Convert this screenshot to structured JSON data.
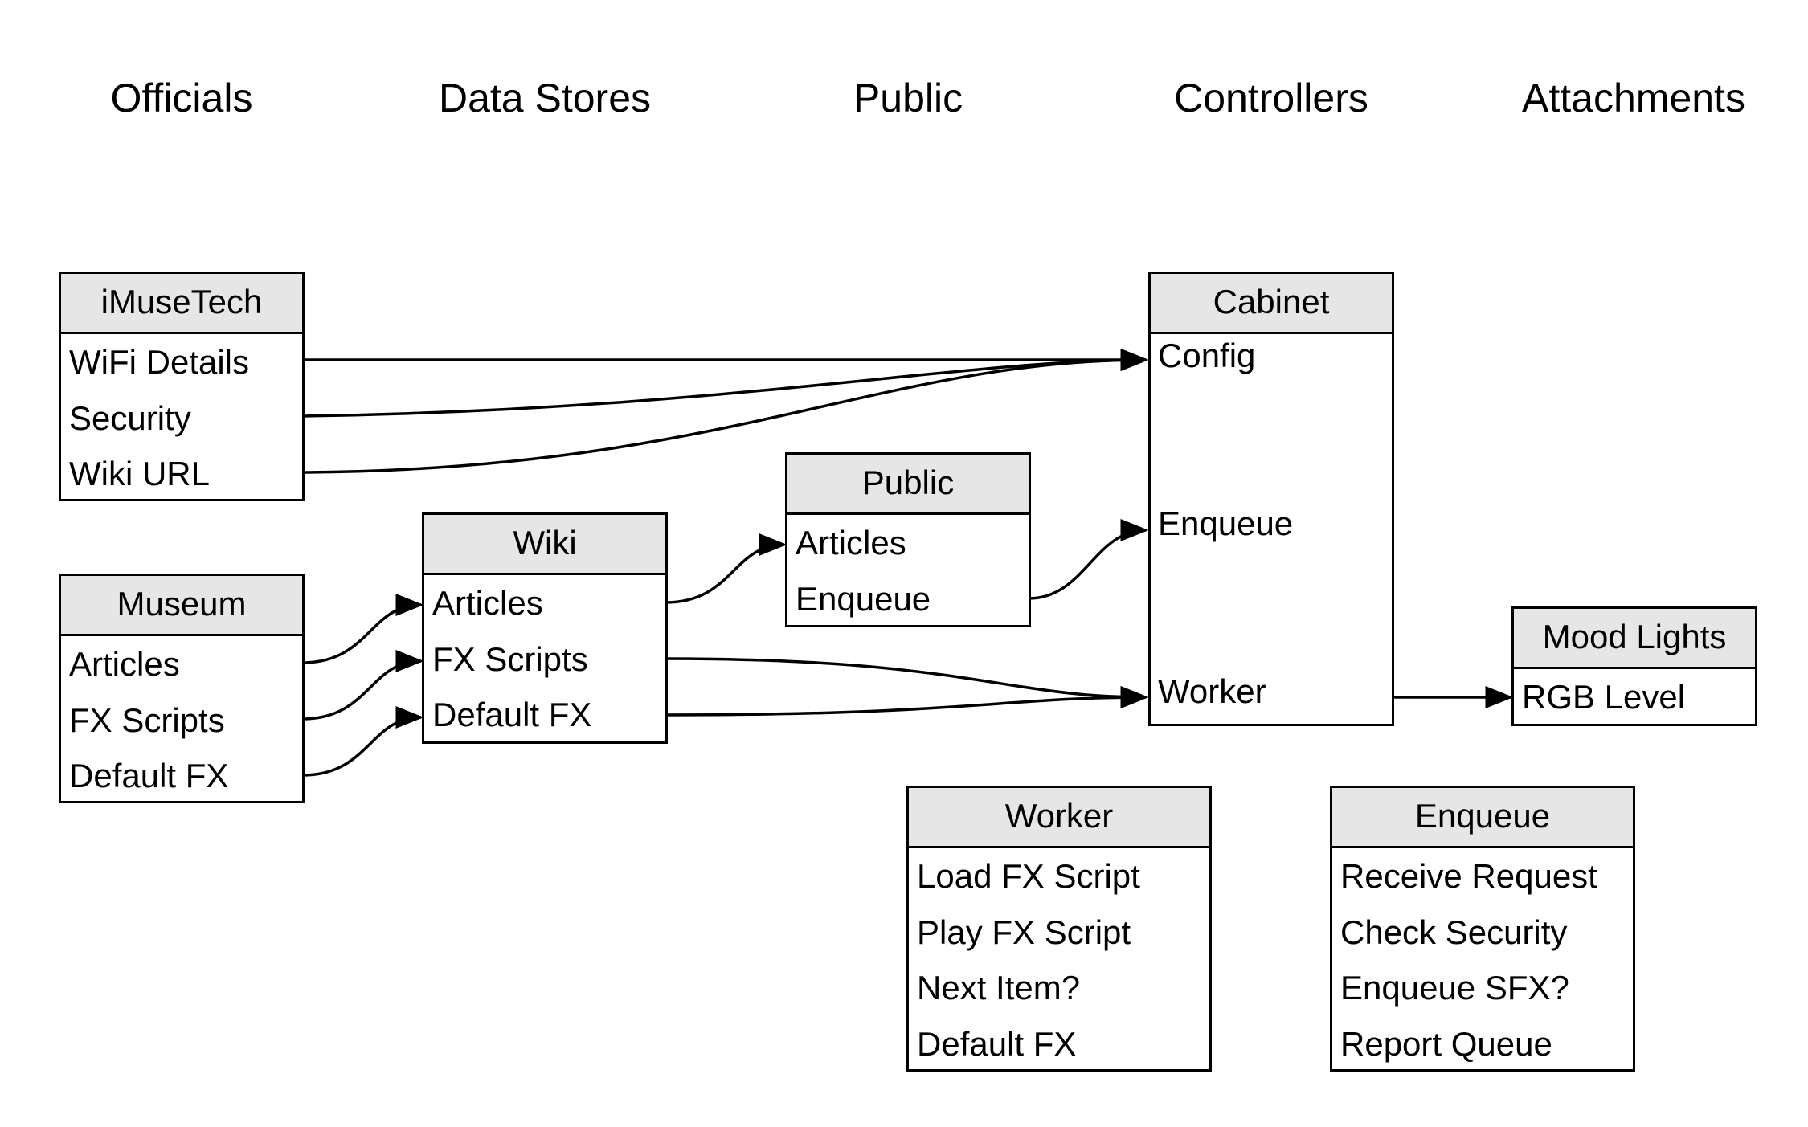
{
  "columns": [
    "Officials",
    "Data Stores",
    "Public",
    "Controllers",
    "Attachments"
  ],
  "boxes": {
    "imusetech": {
      "title": "iMuseTech",
      "rows": [
        "WiFi Details",
        "Security",
        "Wiki URL"
      ]
    },
    "museum": {
      "title": "Museum",
      "rows": [
        "Articles",
        "FX Scripts",
        "Default FX"
      ]
    },
    "wiki": {
      "title": "Wiki",
      "rows": [
        "Articles",
        "FX Scripts",
        "Default FX"
      ]
    },
    "public": {
      "title": "Public",
      "rows": [
        "Articles",
        "Enqueue"
      ]
    },
    "cabinet": {
      "title": "Cabinet",
      "rows": [
        "Config",
        "Enqueue",
        "Worker"
      ]
    },
    "mood_lights": {
      "title": "Mood Lights",
      "rows": [
        "RGB Level"
      ]
    },
    "worker": {
      "title": "Worker",
      "rows": [
        "Load FX Script",
        "Play FX Script",
        "Next Item?",
        "Default FX"
      ]
    },
    "enqueue": {
      "title": "Enqueue",
      "rows": [
        "Receive Request",
        "Check Security",
        "Enqueue SFX?",
        "Report Queue"
      ]
    }
  },
  "connections": [
    {
      "from": "iMuseTech.WiFi Details",
      "to": "Cabinet.Config"
    },
    {
      "from": "iMuseTech.Security",
      "to": "Cabinet.Config"
    },
    {
      "from": "iMuseTech.Wiki URL",
      "to": "Cabinet.Config"
    },
    {
      "from": "Museum.Articles",
      "to": "Wiki.Articles"
    },
    {
      "from": "Museum.FX Scripts",
      "to": "Wiki.FX Scripts"
    },
    {
      "from": "Museum.Default FX",
      "to": "Wiki.Default FX"
    },
    {
      "from": "Wiki.Articles",
      "to": "Public.Articles"
    },
    {
      "from": "Wiki.FX Scripts",
      "to": "Cabinet.Worker"
    },
    {
      "from": "Wiki.Default FX",
      "to": "Cabinet.Worker"
    },
    {
      "from": "Public.Enqueue",
      "to": "Cabinet.Enqueue"
    },
    {
      "from": "Cabinet.Worker",
      "to": "Mood Lights.RGB Level"
    }
  ]
}
